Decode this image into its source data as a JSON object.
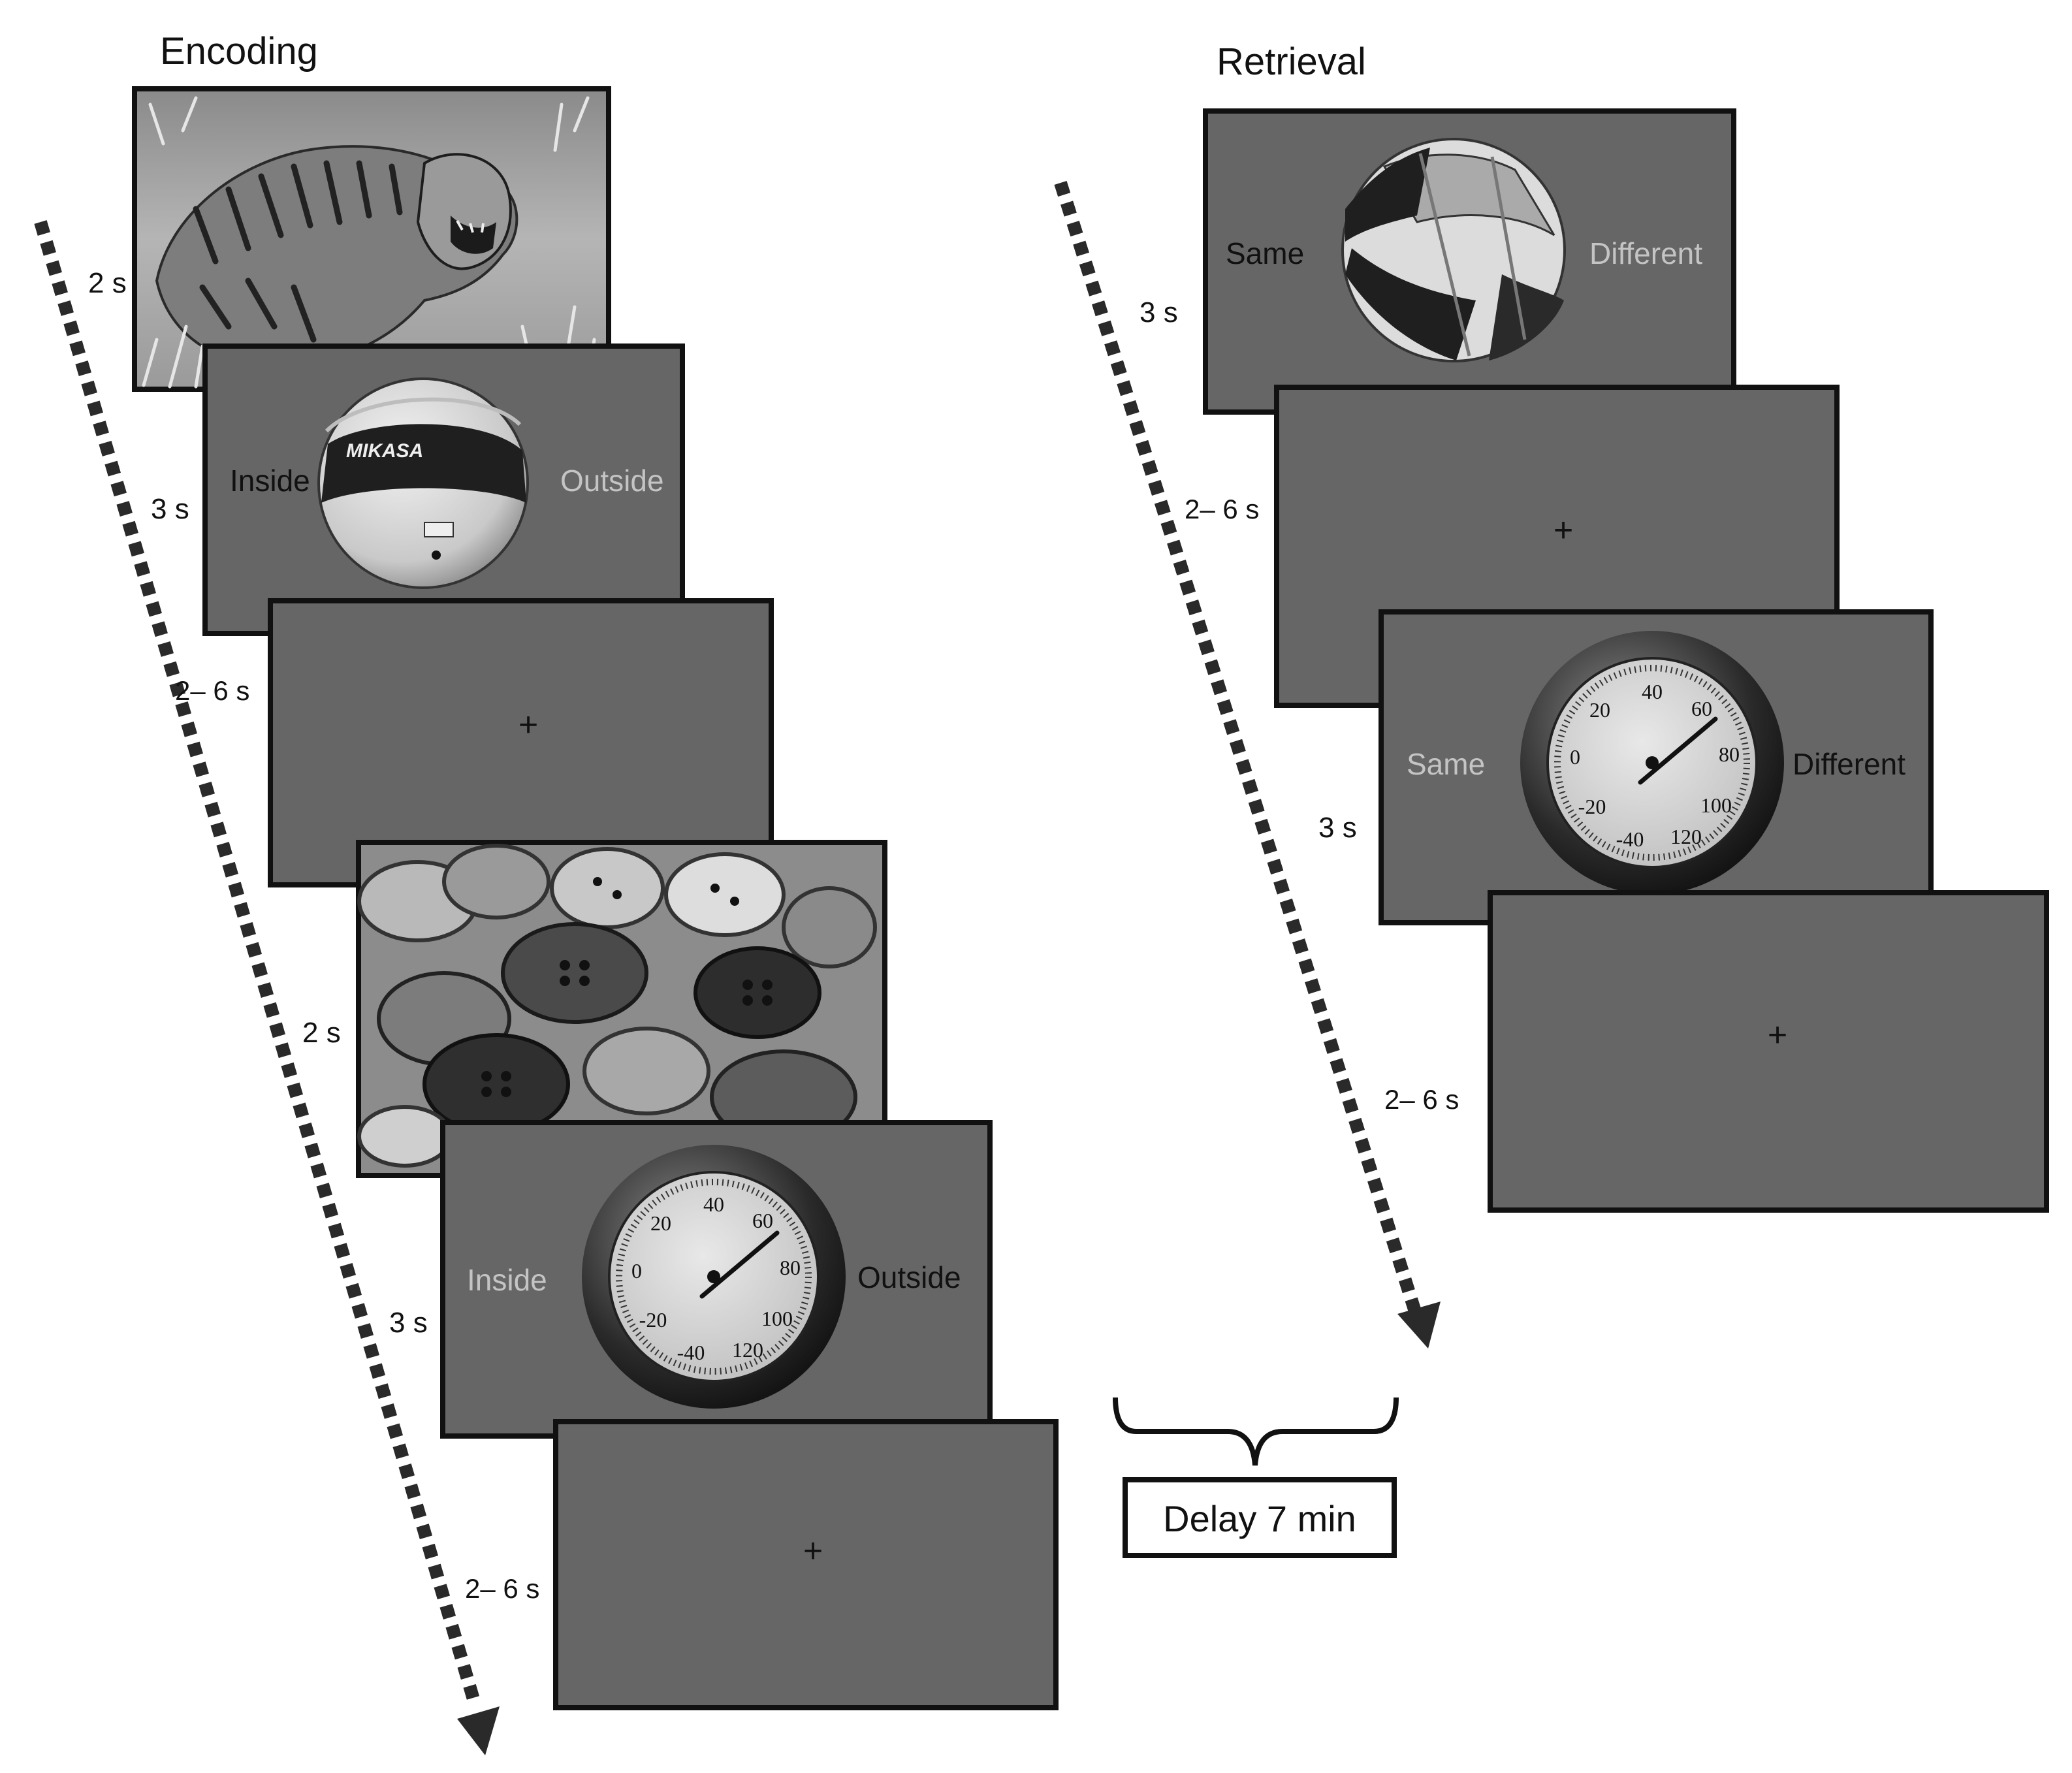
{
  "encoding": {
    "title": "Encoding",
    "trials": [
      {
        "kind": "photo",
        "subject": "tiger",
        "duration": "2 s"
      },
      {
        "kind": "decision",
        "object": "volleyball",
        "left_label": "Inside",
        "right_label": "Outside",
        "highlight": "left",
        "duration": "3 s",
        "ball_brand": "MIKASA"
      },
      {
        "kind": "fixation",
        "symbol": "+",
        "duration": "2– 6 s"
      },
      {
        "kind": "photo",
        "subject": "buttons",
        "duration": "2 s"
      },
      {
        "kind": "decision",
        "object": "thermometer",
        "left_label": "Inside",
        "right_label": "Outside",
        "highlight": "right",
        "duration": "3 s"
      },
      {
        "kind": "fixation",
        "symbol": "+",
        "duration": "2– 6 s"
      }
    ]
  },
  "retrieval": {
    "title": "Retrieval",
    "trials": [
      {
        "kind": "decision",
        "object": "volleyball",
        "left_label": "Same",
        "right_label": "Different",
        "highlight": "left",
        "duration": "3 s"
      },
      {
        "kind": "fixation",
        "symbol": "+",
        "duration": "2– 6 s"
      },
      {
        "kind": "decision",
        "object": "thermometer",
        "left_label": "Same",
        "right_label": "Different",
        "highlight": "right",
        "duration": "3 s"
      },
      {
        "kind": "fixation",
        "symbol": "+",
        "duration": "2– 6 s"
      }
    ]
  },
  "delay": {
    "label": "Delay 7 min"
  },
  "thermometer_scale": [
    "40",
    "60",
    "80",
    "100",
    "120",
    "-40",
    "-20",
    "0",
    "20"
  ],
  "colors": {
    "screen": "#666666",
    "frame": "#111111",
    "active_label": "#111111",
    "inactive_label": "#bcbcbc",
    "arrow": "#2a2a2a"
  }
}
